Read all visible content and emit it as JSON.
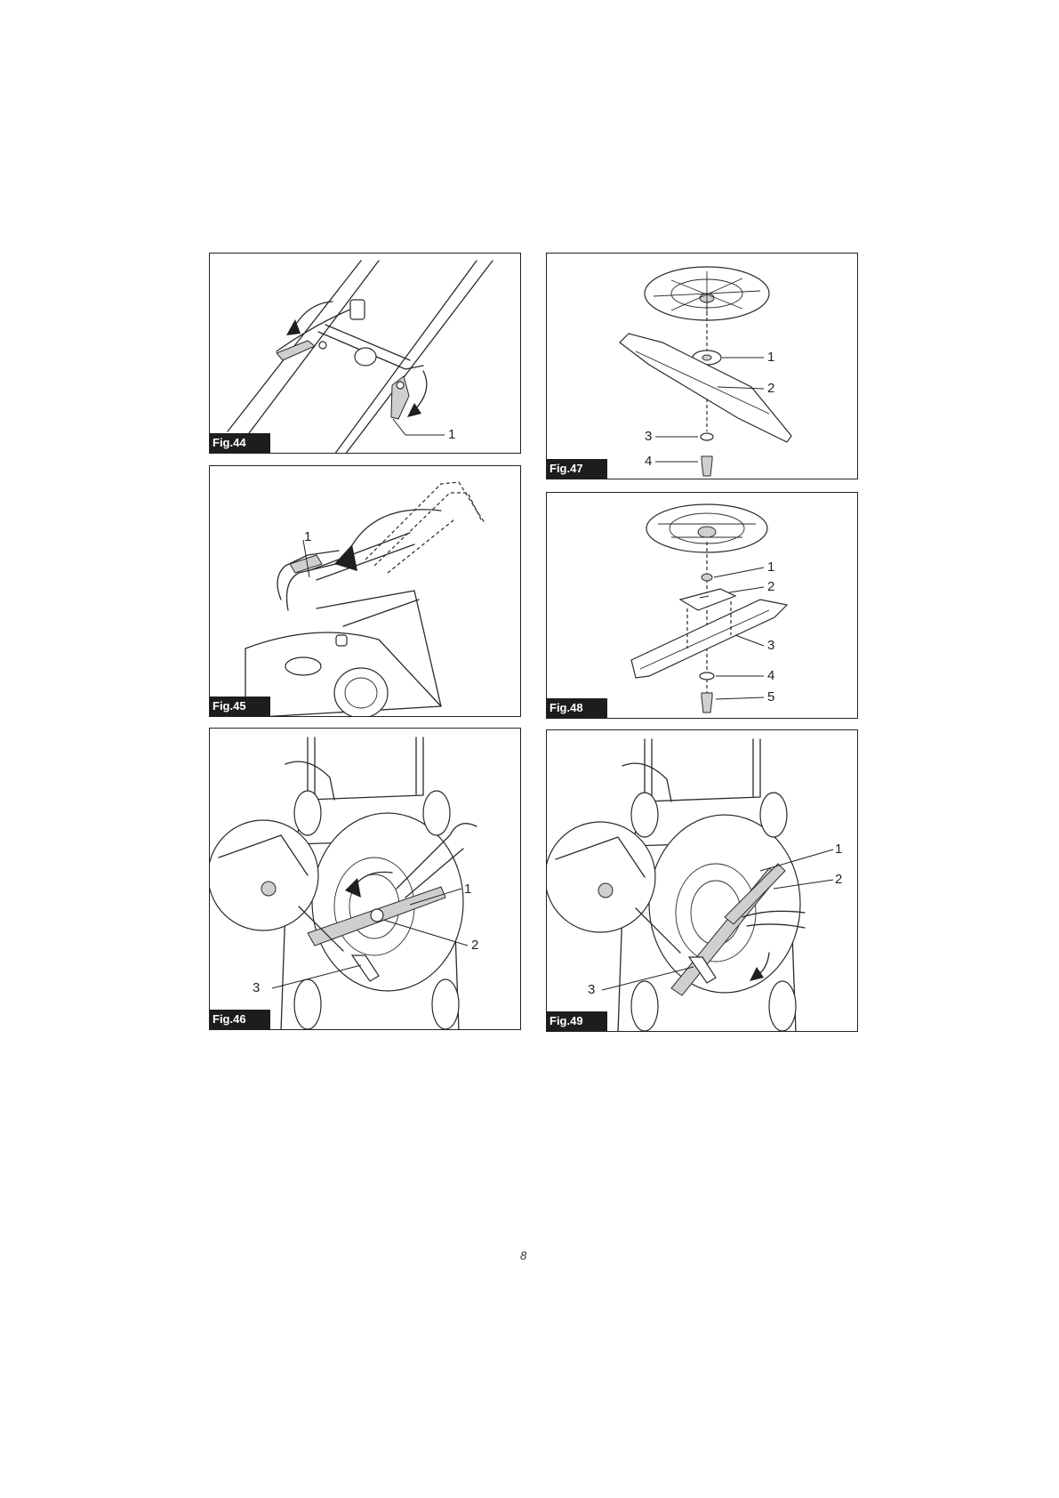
{
  "figures": [
    {
      "id": "fig44",
      "label": "Fig.44",
      "callouts": [
        "1"
      ]
    },
    {
      "id": "fig45",
      "label": "Fig.45",
      "callouts": [
        "1"
      ]
    },
    {
      "id": "fig46",
      "label": "Fig.46",
      "callouts": [
        "1",
        "2",
        "3"
      ]
    },
    {
      "id": "fig47",
      "label": "Fig.47",
      "callouts": [
        "1",
        "2",
        "3",
        "4"
      ]
    },
    {
      "id": "fig48",
      "label": "Fig.48",
      "callouts": [
        "1",
        "2",
        "3",
        "4",
        "5"
      ]
    },
    {
      "id": "fig49",
      "label": "Fig.49",
      "callouts": [
        "1",
        "2",
        "3"
      ]
    }
  ],
  "page_number": "8"
}
